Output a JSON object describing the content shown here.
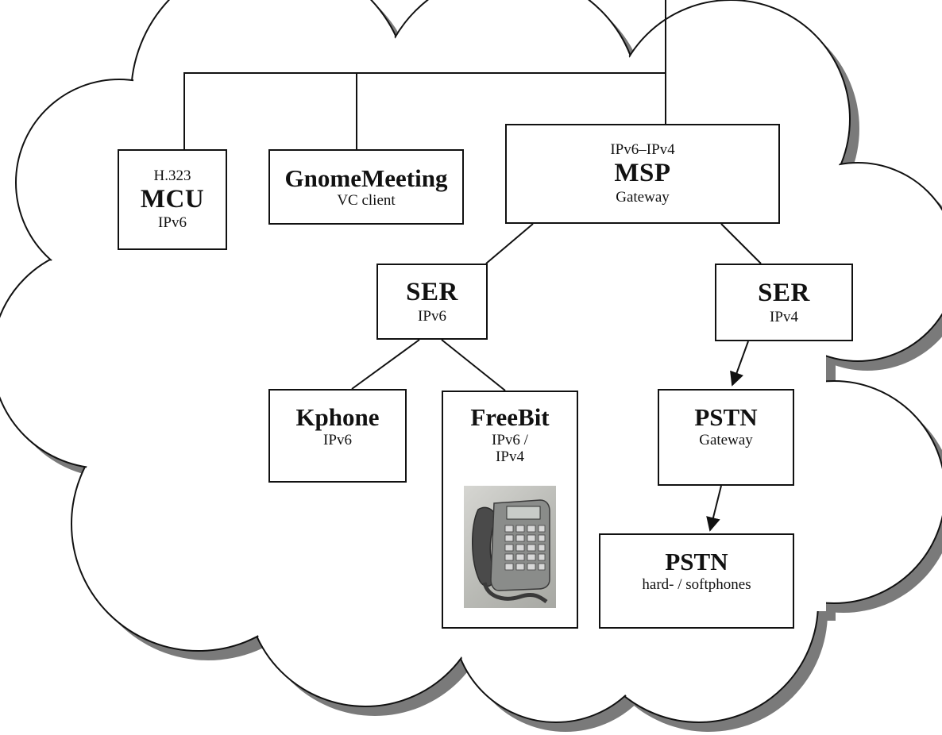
{
  "nodes": {
    "mcu": {
      "line1": "H.323",
      "line2": "MCU",
      "line3": "IPv6"
    },
    "gnome": {
      "line1": "GnomeMeeting",
      "line2": "VC client"
    },
    "msp": {
      "line1": "IPv6–IPv4",
      "line2": "MSP",
      "line3": "Gateway"
    },
    "ser6": {
      "line1": "SER",
      "line2": "IPv6"
    },
    "ser4": {
      "line1": "SER",
      "line2": "IPv4"
    },
    "kphone": {
      "line1": "Kphone",
      "line2": "IPv6"
    },
    "freebit": {
      "line1": "FreeBit",
      "line2": "IPv6 /",
      "line3": "IPv4"
    },
    "pstn_gw": {
      "line1": "PSTN",
      "line2": "Gateway"
    },
    "pstn_phones": {
      "line1": "PSTN",
      "line2": "hard- / softphones"
    }
  },
  "colors": {
    "stroke": "#111111",
    "shadow": "#777777",
    "fill": "#ffffff"
  },
  "icons": {
    "freebit_photo": "desk-phone-icon"
  }
}
